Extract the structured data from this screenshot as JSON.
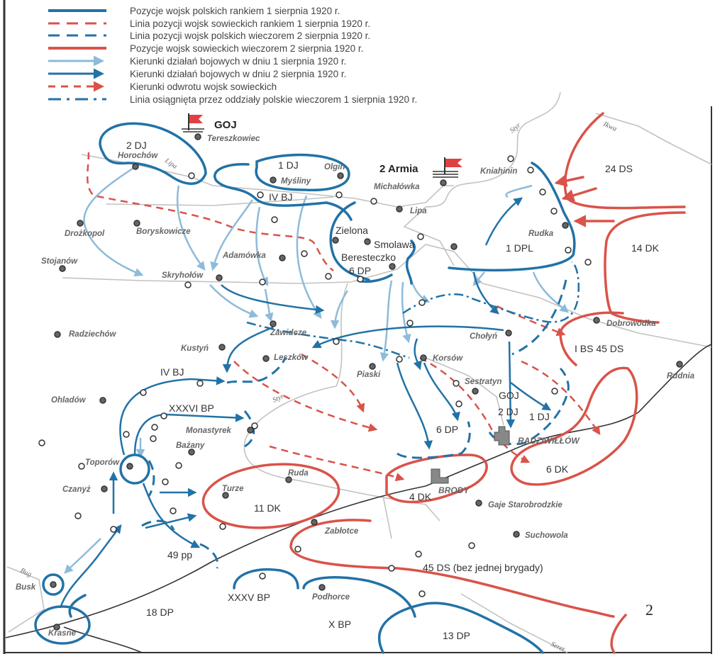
{
  "legend": [
    {
      "label": "Pozycje wojsk polskich rankiem 1 sierpnia 1920 r.",
      "style": "solid-blue"
    },
    {
      "label": "Linia pozycji wojsk sowieckich rankiem 1 sierpnia 1920 r.",
      "style": "dashed-red"
    },
    {
      "label": "Linia pozycji wojsk polskich wieczorem 2 sierpnia 1920 r.",
      "style": "dashed-blue"
    },
    {
      "label": "Pozycje wojsk sowieckich wieczorem 2 sierpnia 1920 r.",
      "style": "solid-red"
    },
    {
      "label": "Kierunki działań bojowych w dniu 1 sierpnia 1920 r.",
      "style": "arrow-light-blue"
    },
    {
      "label": "Kierunki działań bojowych w dniu  2 sierpnia 1920 r.",
      "style": "arrow-dark-blue"
    },
    {
      "label": "Kierunki odwrotu wojsk sowieckich",
      "style": "arrow-dashed-red"
    },
    {
      "label": "Linia osiągnięta przez oddziały polskie wieczorem 1 sierpnia 1920 r.",
      "style": "dash-dot-blue"
    }
  ],
  "headquarters": {
    "goj": "GOJ",
    "army": "2 Armia"
  },
  "places": {
    "tereszkowiec": "Tereszkowiec",
    "horochow": "Horochów",
    "mysliny": "Myśliny",
    "olgin": "Olgin",
    "michalowka": "Michałówka",
    "lipa": "Lipa",
    "kniahinin": "Kniahinin",
    "drozkopol": "Drożkopol",
    "boryskowicze": "Boryskowicze",
    "zielona": "Zielona",
    "smolawa": "Smolawa",
    "beresteczko": "Beresteczko",
    "rudka": "Rudka",
    "stojanow": "Stojanów",
    "adamowka": "Adamówka",
    "skryholow": "Skryhołów",
    "radziechow": "Radziechów",
    "zawidcze": "Zawidcze",
    "cholyn": "Chołyń",
    "dobrowodka": "Dobrowódka",
    "kustyn": "Kustyń",
    "leszkow": "Leszków",
    "korsow": "Korsów",
    "piaski": "Piaski",
    "sestratyn": "Sestratyn",
    "rudnia": "Rudnia",
    "ohladow": "Ohladów",
    "monastyrek": "Monastyrek",
    "bazany": "Bażany",
    "toporow": "Toporów",
    "czanyz": "Czanyż",
    "ruda": "Ruda",
    "turze": "Turze",
    "brody": "BRODY",
    "radziwillow": "RADZIWIŁŁÓW",
    "gaje": "Gaje Starobrodzkie",
    "zablotce": "Zabłotce",
    "suchowola": "Suchowola",
    "busk": "Busk",
    "podhorce": "Podhorce",
    "krasne": "Krasne"
  },
  "rivers": {
    "lipa": "Lipa",
    "styr_north": "Styr",
    "ikwa": "Ikwa",
    "styr_south": "Styr",
    "bug": "Bug",
    "seret": "Seret"
  },
  "units": {
    "dj2_north": "2 DJ",
    "dj1_north": "1 DJ",
    "ivbj_north": "IV BJ",
    "dp6_north": "6 DP",
    "dpl1": "1 DPL",
    "ds24": "24 DS",
    "dk14": "14 DK",
    "ibs45ds": "I BS 45 DS",
    "ivbj_south": "IV BJ",
    "xxxvibp": "XXXVI BP",
    "goj_south": "GOJ",
    "dj2_south": "2 DJ",
    "dj1_south": "1 DJ",
    "dp6_south": "6 DP",
    "dk6": "6 DK",
    "dk4": "4 DK",
    "dk11": "11 DK",
    "pp49": "49 pp",
    "ds45": "45 DS (bez jednej brygady)",
    "xxxvbp": "XXXV BP",
    "dp18": "18 DP",
    "xbp": "X BP",
    "dp13": "13 DP"
  },
  "page_number": "2",
  "colors": {
    "polish": "#2272a6",
    "polish_light": "#8dbbd9",
    "soviet": "#d9534a",
    "terrain": "#c2c2c2"
  }
}
